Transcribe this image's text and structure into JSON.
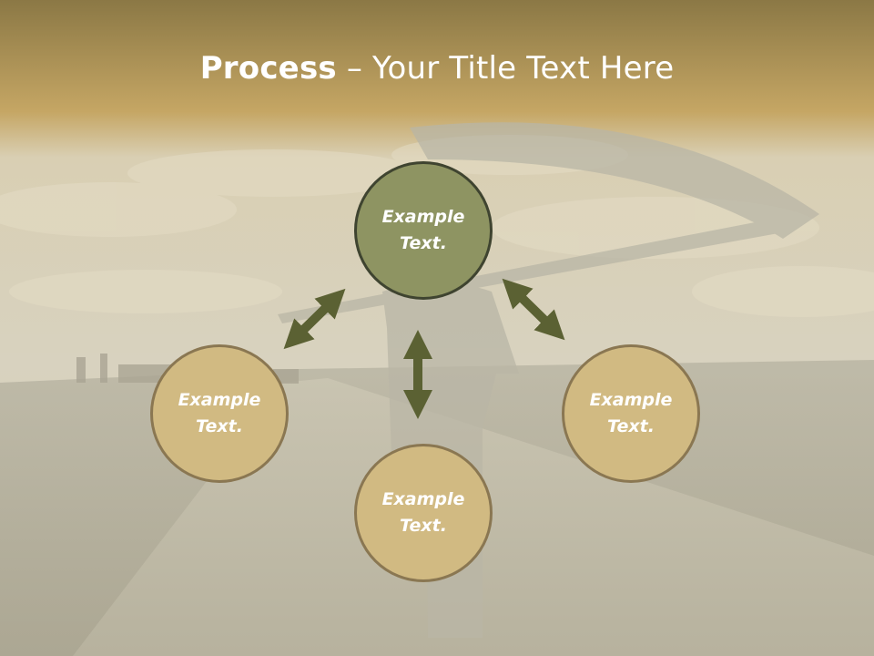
{
  "title": {
    "bold": "Process",
    "rest": " – Your Title Text Here"
  },
  "nodes": {
    "center": {
      "line1": "Example",
      "line2": "Text."
    },
    "left": {
      "line1": "Example",
      "line2": "Text."
    },
    "right": {
      "line1": "Example",
      "line2": "Text."
    },
    "bottom": {
      "line1": "Example",
      "line2": "Text."
    }
  },
  "colors": {
    "center_fill": "#8e9462",
    "outer_fill": "#d1ba82",
    "arrow": "#5b6133",
    "header": "#c2a25c"
  }
}
